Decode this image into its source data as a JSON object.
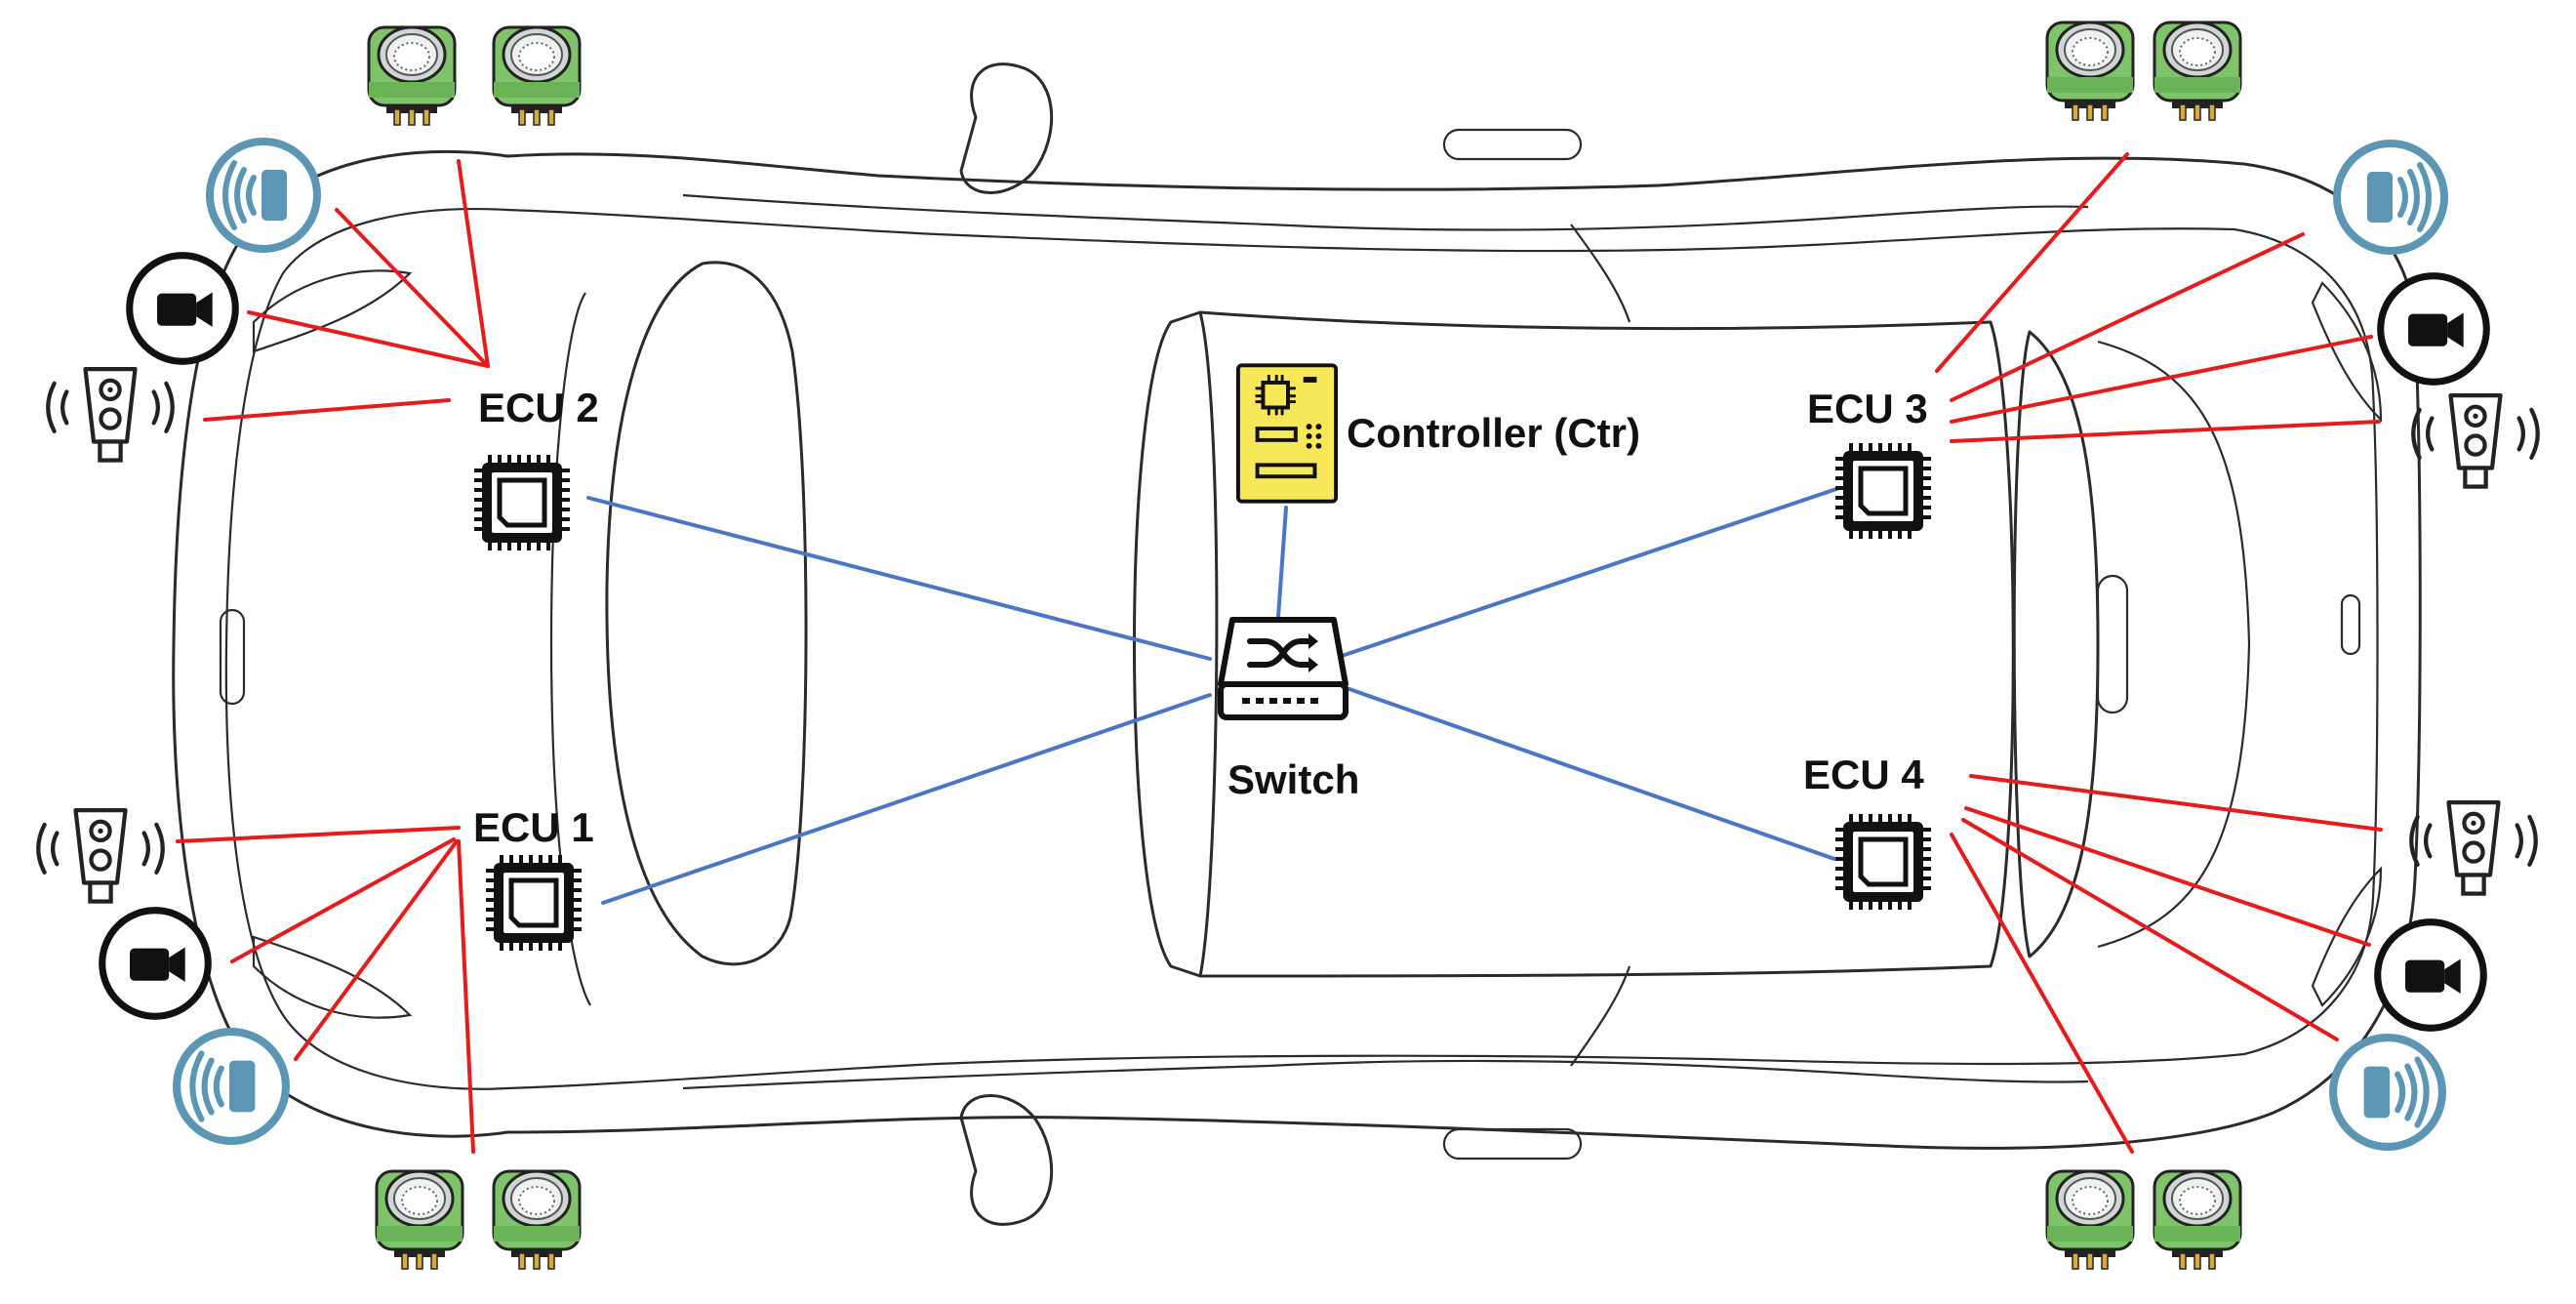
{
  "labels": {
    "ecu1": "ECU 1",
    "ecu2": "ECU 2",
    "ecu3": "ECU 3",
    "ecu4": "ECU 4",
    "switch": "Switch",
    "controller": "Controller (Ctr)"
  },
  "colors": {
    "sensor_wire": "#e51c1c",
    "network_link": "#4a76c8",
    "controller_fill": "#f7e85a",
    "ultrasonic_green": "#7fc46a",
    "radar_blue": "#5b97b4"
  },
  "icons": {
    "ecu": "microchip-icon",
    "switch": "network-switch-icon",
    "controller": "controller-board-icon",
    "camera": "camera-icon",
    "radar": "radar-icon",
    "lidar": "lidar-sensor-icon",
    "ultrasonic": "ultrasonic-sensor-icon"
  }
}
